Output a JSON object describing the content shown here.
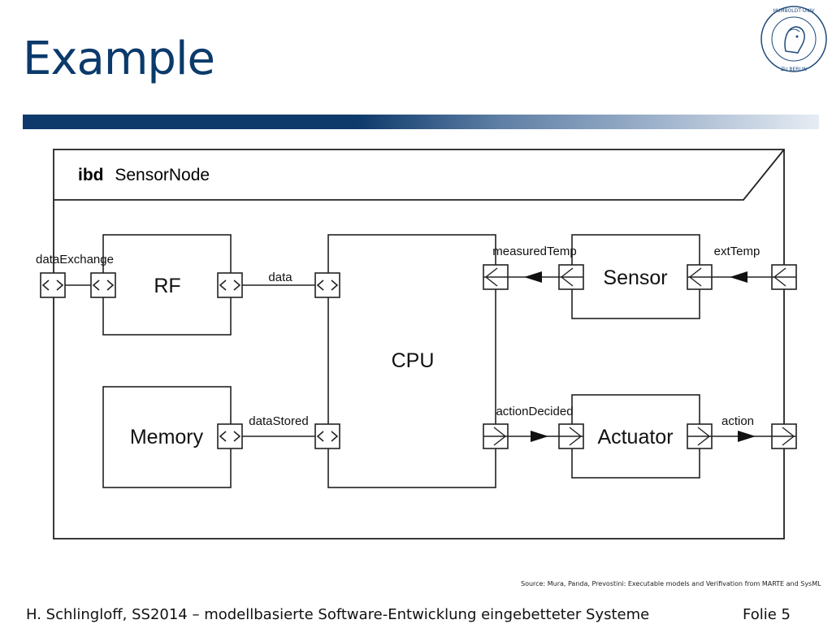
{
  "slide": {
    "title": "Example",
    "logo_text": "HUMBOLDT-UNIVERSITÄT ZU BERLIN",
    "source": "Source: Mura, Panda, Prevostini: Executable models and Verifivation from MARTE and SysML",
    "footer": "H. Schlingloff, SS2014 – modellbasierte Software-Entwicklung eingebetteter Systeme",
    "page": "Folie 5",
    "title_color": "#0b3a6b"
  },
  "diagram": {
    "frame_keyword": "ibd",
    "frame_name": "SensorNode",
    "blocks": {
      "rf": "RF",
      "cpu": "CPU",
      "memory": "Memory",
      "sensor": "Sensor",
      "actuator": "Actuator"
    },
    "labels": {
      "dataExchange": "dataExchange",
      "data": "data",
      "dataStored": "dataStored",
      "measuredTemp": "measuredTemp",
      "extTemp": "extTemp",
      "actionDecided": "actionDecided",
      "action": "action"
    }
  }
}
